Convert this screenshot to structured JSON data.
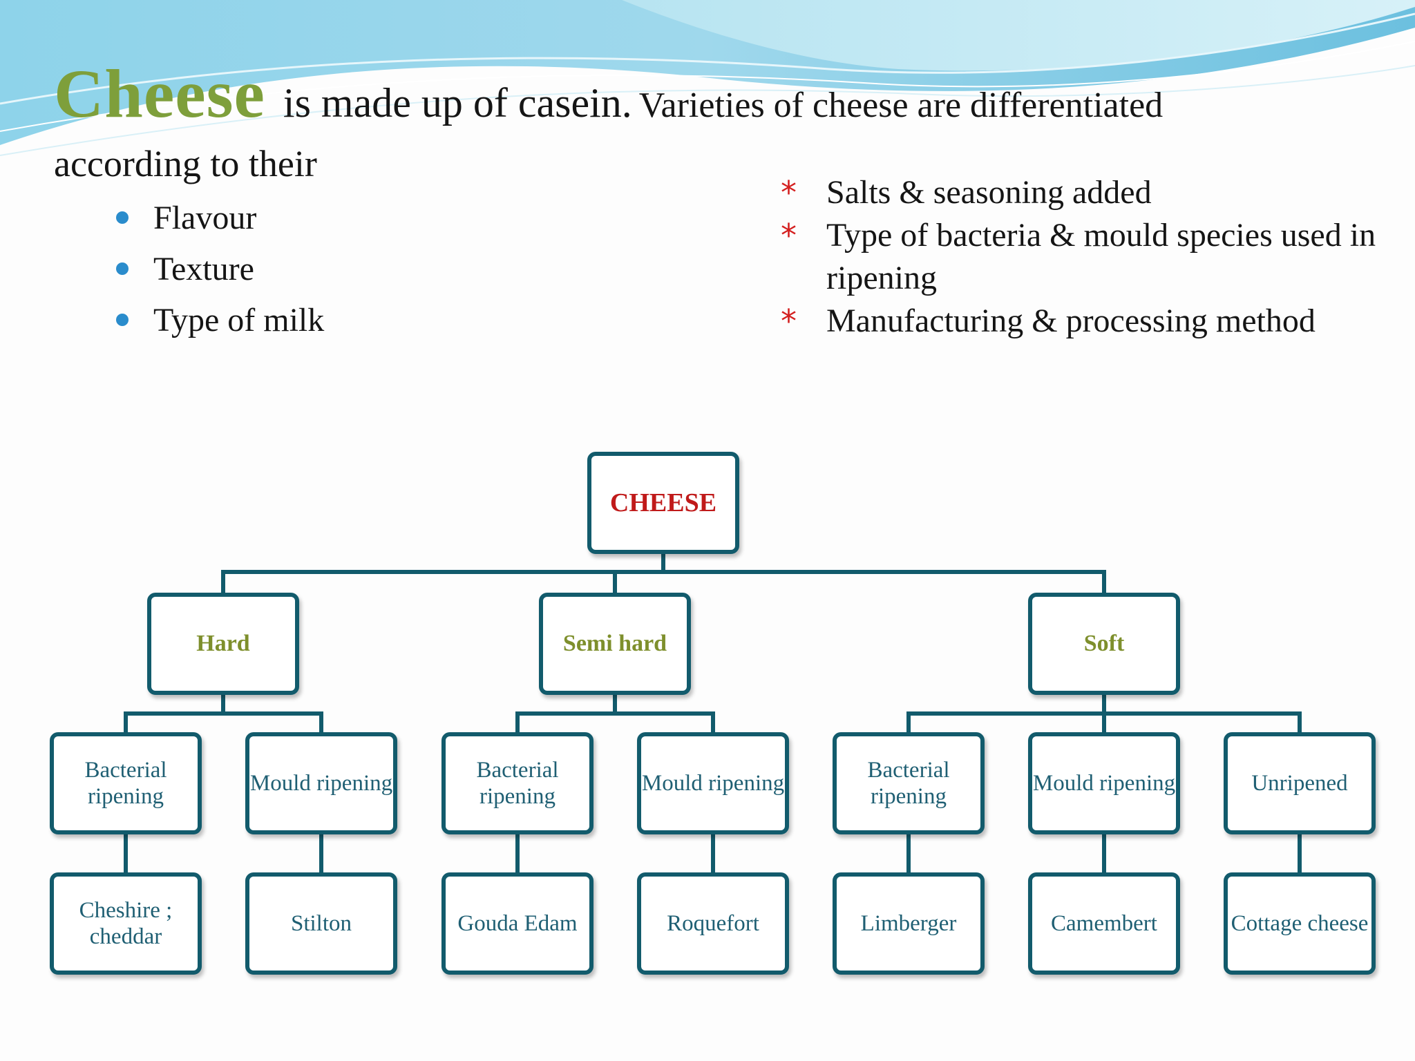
{
  "heading": {
    "highlight": "Cheese",
    "part1": "is made up of casein.",
    "part2": "Varieties of cheese are differentiated",
    "continuation": "according to their"
  },
  "criteria_left": [
    "Flavour",
    "Texture",
    "Type of milk"
  ],
  "criteria_right": [
    "Salts & seasoning added",
    "Type of  bacteria & mould species used in ripening",
    "Manufacturing & processing method"
  ],
  "colors": {
    "highlight": "#7e9f3b",
    "node_border": "#125b6c",
    "root_text": "#c01a1a",
    "level1_text": "#7e8f2c",
    "leaf_text": "#1f5f73",
    "bullet": "#2a8ccc",
    "star": "#d41f1f"
  },
  "tree": {
    "root": "CHEESE",
    "categories": [
      {
        "label": "Hard",
        "ripening": [
          {
            "label": "Bacterial ripening",
            "example": "Cheshire ; cheddar"
          },
          {
            "label": "Mould ripening",
            "example": "Stilton"
          }
        ]
      },
      {
        "label": "Semi hard",
        "ripening": [
          {
            "label": "Bacterial ripening",
            "example": "Gouda Edam"
          },
          {
            "label": "Mould ripening",
            "example": "Roquefort"
          }
        ]
      },
      {
        "label": "Soft",
        "ripening": [
          {
            "label": "Bacterial ripening",
            "example": "Limberger"
          },
          {
            "label": "Mould ripening",
            "example": "Camembert"
          },
          {
            "label": "Unripened",
            "example": "Cottage cheese"
          }
        ]
      }
    ]
  }
}
